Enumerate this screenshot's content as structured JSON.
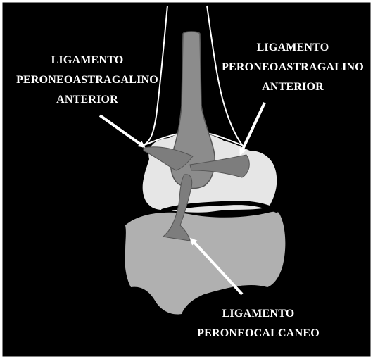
{
  "labels": {
    "left": [
      "LIGAMENTO",
      "PERONEOASTRAGALINO",
      "ANTERIOR"
    ],
    "right": [
      "LIGAMENTO",
      "PERONEOASTRAGALINO",
      "ANTERIOR"
    ],
    "bottom": [
      "LIGAMENTO",
      "PERONEOCALCANEO"
    ]
  },
  "colors": {
    "background": "#000000",
    "border": "#ffffff",
    "talus": "#e6e6e6",
    "calcaneus": "#b0b0b0",
    "fibula": "#8c8c8c",
    "ligament": "#7d7d7d",
    "arrow": "#ffffff",
    "text": "#ffffff"
  }
}
